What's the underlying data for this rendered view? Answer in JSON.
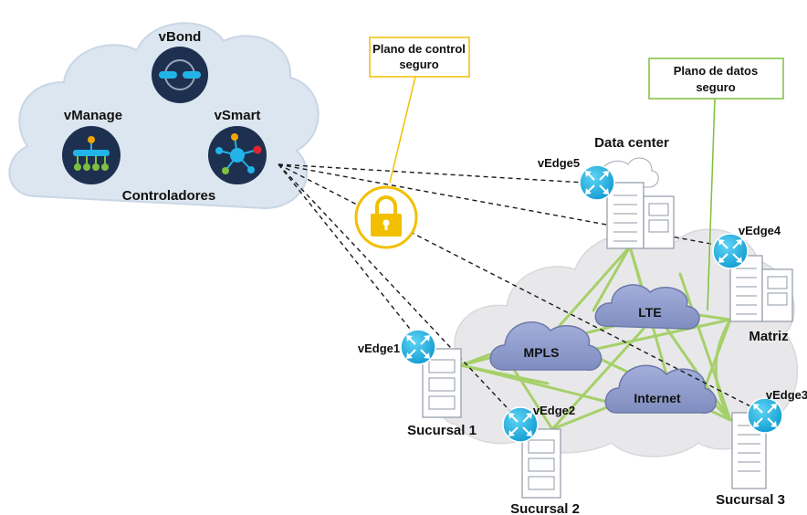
{
  "controllers": {
    "vbond": "vBond",
    "vmanage": "vManage",
    "vsmart": "vSmart",
    "group_label": "Controladores"
  },
  "callouts": {
    "control_plane": [
      "Plano de control",
      "seguro"
    ],
    "data_plane": [
      "Plano de datos",
      "seguro"
    ]
  },
  "transports": {
    "lte": "LTE",
    "mpls": "MPLS",
    "internet": "Internet"
  },
  "edges": {
    "vedge1": "vEdge1",
    "vedge2": "vEdge2",
    "vedge3": "vEdge3",
    "vedge4": "vEdge4",
    "vedge5": "vEdge5"
  },
  "sites": {
    "datacenter": "Data center",
    "matriz": "Matriz",
    "sucursal1": "Sucursal 1",
    "sucursal2": "Sucursal 2",
    "sucursal3": "Sucursal 3"
  },
  "icons": {
    "vbond": "vbond-icon",
    "vmanage": "vmanage-icon",
    "vsmart": "vsmart-icon",
    "lock": "padlock-icon",
    "router": "router-icon",
    "building": "building-icon"
  },
  "colors": {
    "controller_cloud": "#dce6f0",
    "controller_icon_bg": "#1e3050",
    "icon_accent_blue": "#22b4e8",
    "lock_yellow": "#f2c000",
    "data_plane_green": "#7fbf3f",
    "data_line_green": "#a6d06a",
    "transport_cloud": "#8e9cc9",
    "wan_cloud": "#e8e8ea",
    "router_cyan": "#21b6ea"
  }
}
